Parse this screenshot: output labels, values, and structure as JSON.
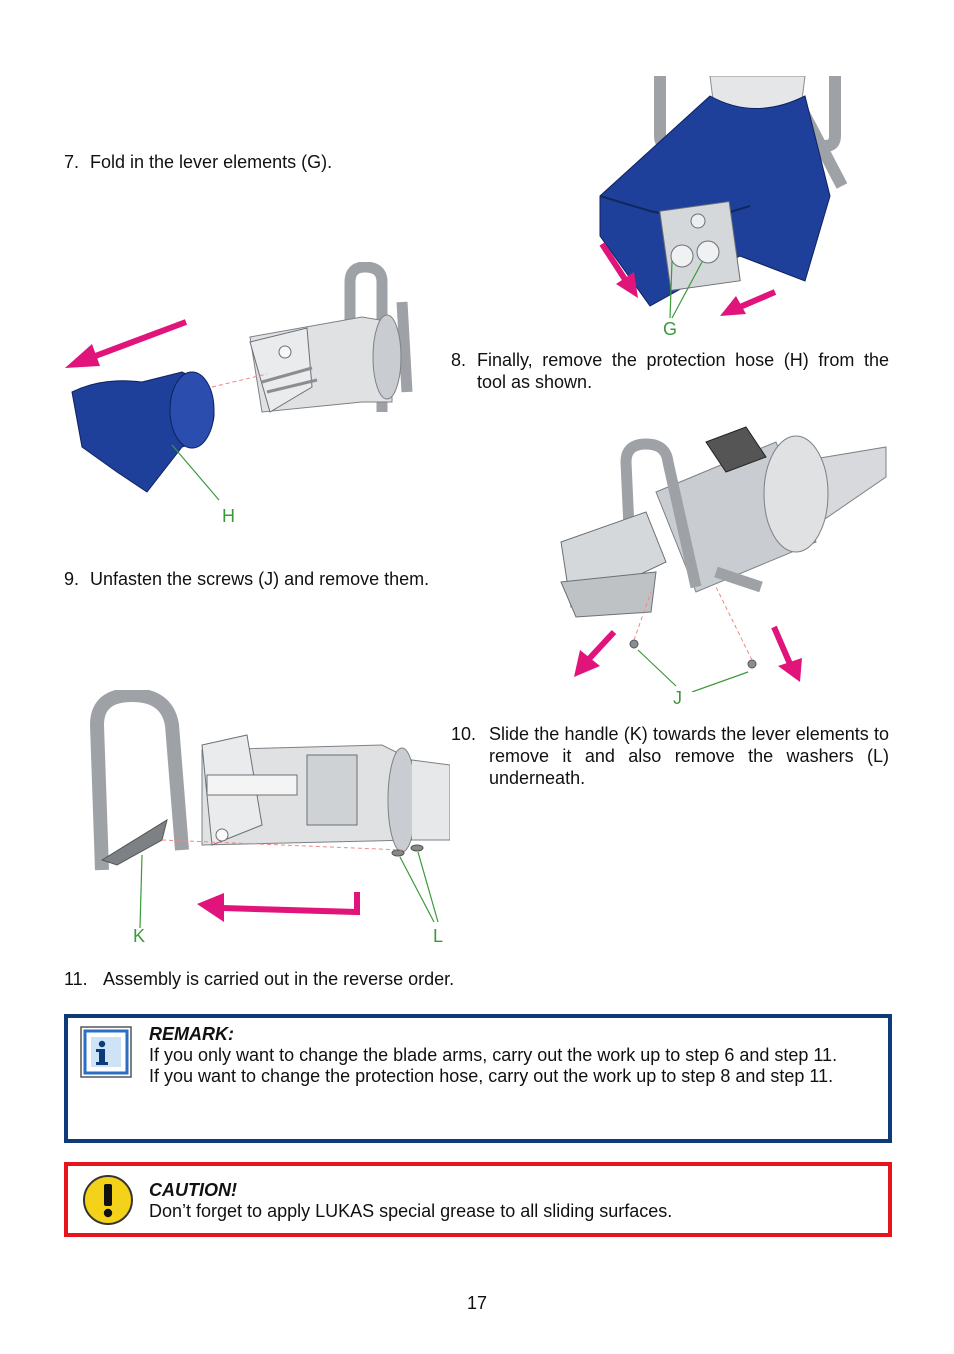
{
  "steps": {
    "s7": {
      "num": "7.",
      "text": "Fold in the lever elements (G)."
    },
    "s8": {
      "num": "8.",
      "text": "Finally, remove the protection hose (H) from the tool as shown."
    },
    "s9": {
      "num": "9.",
      "text": "Unfasten the screws (J) and remove them."
    },
    "s10": {
      "num": "10.",
      "text": "Slide the handle (K) towards the lever elements to remove it and also remove the washers (L) underneath."
    },
    "s11": {
      "num": "11.",
      "text": "Assembly is carried out in the reverse order."
    }
  },
  "figure_labels": {
    "G": "G",
    "H": "H",
    "J": "J",
    "K": "K",
    "L": "L"
  },
  "remark": {
    "icon": "info-icon",
    "title": "REMARK:",
    "line1": "If you only want to change the blade arms, carry out the work up to step 6 and step 11.",
    "line2": "If you want to change the protection hose, carry out the work up to step 8 and step 11."
  },
  "caution": {
    "icon": "exclamation-icon",
    "title": "CAUTION!",
    "text": "Don’t forget to apply LUKAS special grease to all sliding surfaces."
  },
  "page_number": "17",
  "colors": {
    "arrow": "#e0147a",
    "label_green": "#3a9a3a",
    "hose_blue": "#1e3f9a",
    "remark_border": "#0d3a78",
    "caution_border": "#e8141c",
    "metal": "#b9bcbf"
  }
}
